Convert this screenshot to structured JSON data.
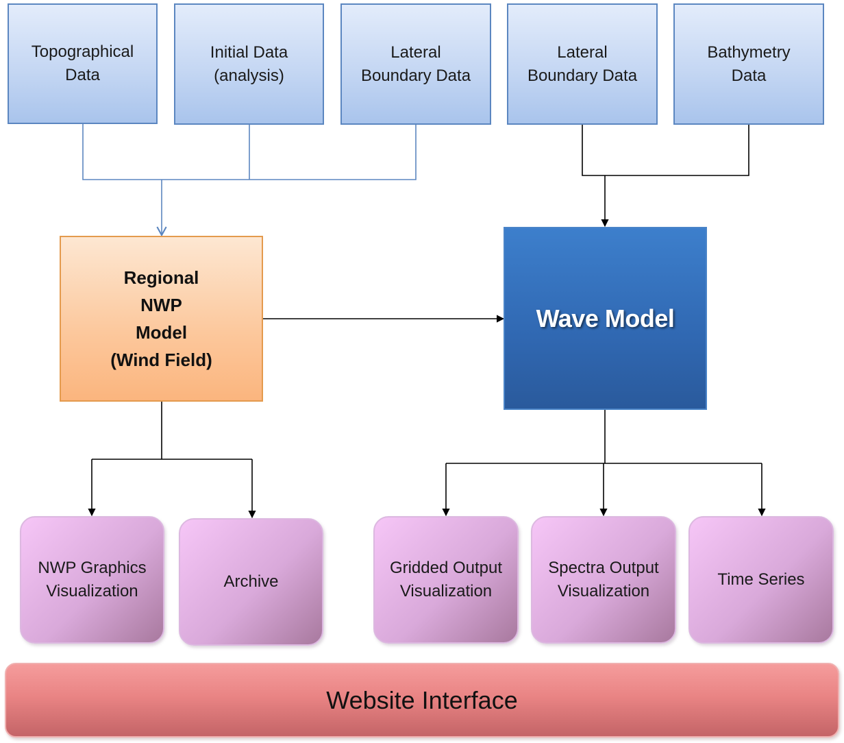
{
  "inputs": {
    "topographical": [
      "Topographical",
      "Data"
    ],
    "initial": [
      "Initial Data",
      "(analysis)"
    ],
    "lateral_nwp": [
      "Lateral",
      "Boundary Data"
    ],
    "lateral_wave": [
      "Lateral",
      "Boundary Data"
    ],
    "bathymetry": [
      "Bathymetry",
      "Data"
    ]
  },
  "models": {
    "nwp": [
      "Regional",
      "NWP",
      "Model",
      "(Wind Field)"
    ],
    "wave": "Wave Model"
  },
  "outputs": {
    "nwp_graphics": [
      "NWP Graphics",
      "Visualization"
    ],
    "archive": "Archive",
    "gridded": [
      "Gridded Output",
      "Visualization"
    ],
    "spectra": [
      "Spectra Output",
      "Visualization"
    ],
    "time_series": "Time Series"
  },
  "website": "Website Interface",
  "colors": {
    "input_border": "#5b86c0",
    "nwp_fill": "#fcc79b",
    "wave_fill": "#3068b2",
    "output_fill": "#d9a9da",
    "website_fill": "#e98484",
    "blue_connector": "#5b86c0",
    "black_connector": "#000000"
  }
}
